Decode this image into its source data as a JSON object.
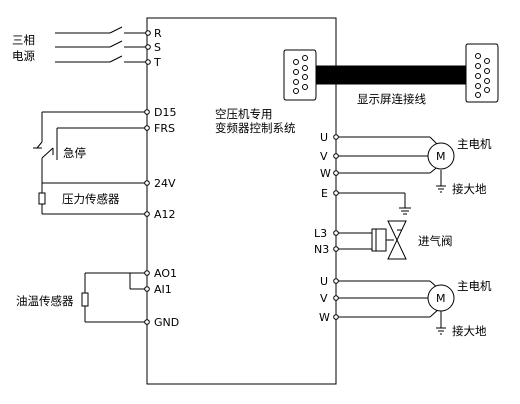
{
  "supply": {
    "line1": "三相",
    "line2": "电源"
  },
  "phases": [
    "R",
    "S",
    "T"
  ],
  "controller": {
    "line1": "空压机专用",
    "line2": "变频器控制系统"
  },
  "display_cable_label": "显示屏连接线",
  "left_terminals": [
    "D15",
    "FRS",
    "24V",
    "A12",
    "AO1",
    "AI1",
    "GND"
  ],
  "left_devices": {
    "estop": "急停",
    "pressure_sensor": "压力传感器",
    "oil_temp_sensor": "油温传感器"
  },
  "motor1": {
    "terminals": [
      "U",
      "V",
      "W"
    ],
    "earth_terminal": "E",
    "symbol": "M",
    "label": "主电机",
    "ground_label": "接大地"
  },
  "valve": {
    "terminals": [
      "L3",
      "N3"
    ],
    "label": "进气阀"
  },
  "motor2": {
    "terminals": [
      "U",
      "V",
      "W"
    ],
    "symbol": "M",
    "label": "主电机",
    "ground_label": "接大地"
  }
}
